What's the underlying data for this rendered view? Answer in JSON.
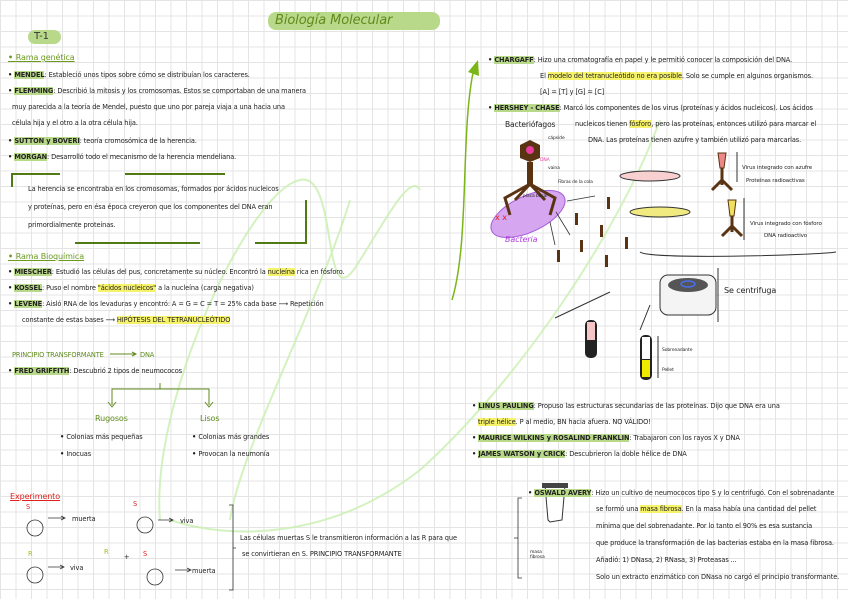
{
  "title": "Biología Molecular",
  "topic": "T-1",
  "genetica": {
    "heading": "Rama genética",
    "items": [
      {
        "name": "MENDEL",
        "text": ": Estableció unos tipos sobre cómo se distribuían los caracteres."
      },
      {
        "name": "FLEMMING",
        "text": ": Describió la mitosis y los cromosomas. Estos se comportaban de una manera",
        "cont": [
          "muy parecida a la teoría de Mendel, puesto que uno por pareja viaja a una hacia una",
          "célula hija y el otro a la otra célula hija."
        ]
      },
      {
        "name": "SUTTON y BOVERI",
        "text": ": teoría cromosómica de la herencia."
      },
      {
        "name": "MORGAN",
        "text": ": Desarrolló todo el mecanismo de la herencia mendeliana."
      }
    ],
    "box": [
      "La herencia se encontraba en los cromosomas, formados por ácidos nucleicos",
      "y proteínas, pero en ésa época creyeron que los componentes del DNA eran",
      "primordialmente proteínas."
    ]
  },
  "bioquimica": {
    "heading": "Rama Bioquímica",
    "items": [
      {
        "name": "MIESCHER",
        "text": ": Estudió las células del pus, concretamente su núcleo. Encontró la ",
        "hl": "nucleína",
        "end": " rica en fósforo."
      },
      {
        "name": "KOSSEL",
        "text": ": Puso el nombre ",
        "hl": "\"ácidos nucleicos\"",
        "end": " a la nucleína (carga negativa)"
      },
      {
        "name": "LEVENE",
        "text": ": Aisló RNA de los levaduras y encontró: A = G = C = T = 25% cada base ⟶ Repetición",
        "cont": "constante de estas bases ⟶ ",
        "hl": "HIPÓTESIS DEL TETRANUCLEÓTIDO"
      }
    ]
  },
  "transformante": {
    "heading": "PRINCIPIO TRANSFORMANTE",
    "target": "DNA",
    "griffith": {
      "name": "FRED GRIFFITH",
      "text": ": Descubrió 2 tipos de neumococos"
    },
    "rugosos": {
      "label": "Rugosos",
      "items": [
        "Colonias más pequeñas",
        "Inocuas"
      ]
    },
    "lisos": {
      "label": "Lisos",
      "items": [
        "Colonias más grandes",
        "Provocan la neumonía"
      ]
    }
  },
  "experimento": {
    "heading": "Experimento",
    "results": [
      "muerta",
      "viva",
      "viva",
      "muerta"
    ],
    "labels": {
      "s": "S",
      "r": "R",
      "plus": "+"
    },
    "conclusion": [
      "Las células muertas S le transmitieron información a las R para que",
      "se convirtieran en S. PRINCIPIO TRANSFORMANTE"
    ]
  },
  "chargaff": {
    "name": "CHARGAFF",
    "lines": [
      "Hizo una cromatografía en papel y le permitió conocer la composición del DNA.",
      "El ",
      "modelo del tetranucleótido no era posible",
      ". Solo se cumple en algunos organismos.",
      "[A] = [T] y [G] = [C]"
    ]
  },
  "hershey": {
    "name": "HERSHEY - CHASE",
    "lines": [
      ": Marcó los componentes de los virus (proteínas y ácidos nucleicos). Los ácidos",
      "nucleicos tienen ",
      "fósforo",
      ", pero las proteínas, entonces utilizó para marcar el",
      "DNA. Las proteínas tienen azufre y también utilizó para marcarlas."
    ],
    "bacteriofagos": "Bacteriófagos"
  },
  "phage_labels": {
    "capside": "cápside",
    "dna": "DNA",
    "vaina": "vaina",
    "fibras": "Fibras de la cola",
    "placa": "placa basal",
    "bacteria": "Bacteria"
  },
  "virus": {
    "azufre": [
      "Virus integrado con azufre",
      "Proteínas radioactivas"
    ],
    "fosforo": [
      "Virus integrado con fósforo",
      "DNA radioactivo"
    ]
  },
  "centrifuga": "Se centrifuga",
  "tubes": {
    "sobrenadante": "Sobrenadante",
    "pellet": "Pellet"
  },
  "later": [
    {
      "name": "LINUS PAULING",
      "text": ": Propuso las estructuras secundarias de las proteínas. Dijo que DNA era una",
      "cont": "triple hélice",
      "end": ". P al medio, BN hacia afuera. NO VÁLIDO!"
    },
    {
      "name": "MAURICE WILKINS y ROSALIND FRANKLIN",
      "text": ": Trabajaron con los rayos X y DNA"
    },
    {
      "name": "JAMES WATSON y CRICK",
      "text": ": Descubrieron la doble hélice de DNA"
    }
  ],
  "avery": {
    "name": "OSWALD AVERY",
    "lines": [
      ": Hizo un cultivo de neumococos tipo S y lo centrifugó. Con el sobrenadante",
      "se formó una ",
      "masa fibrosa",
      ". En la masa había una cantidad del pellet",
      "mínima que del sobrenadante. Por lo tanto el 90% es esa sustancia",
      "que produce la transformación de las bacterias estaba en la masa fibrosa.",
      "Añadió: 1) DNasa, 2) RNasa, 3) Proteasas ...",
      "Solo un extracto enzimático con DNasa no cargó el principio transformante."
    ],
    "tube_label": "masa fibrosa"
  },
  "colors": {
    "accent": "#7cb518",
    "highlight": "#f6f26a",
    "green_hl": "#b9d98a",
    "red": "#e0201c",
    "bacteria": "#c07ce8",
    "phage": "#4a2a10"
  }
}
